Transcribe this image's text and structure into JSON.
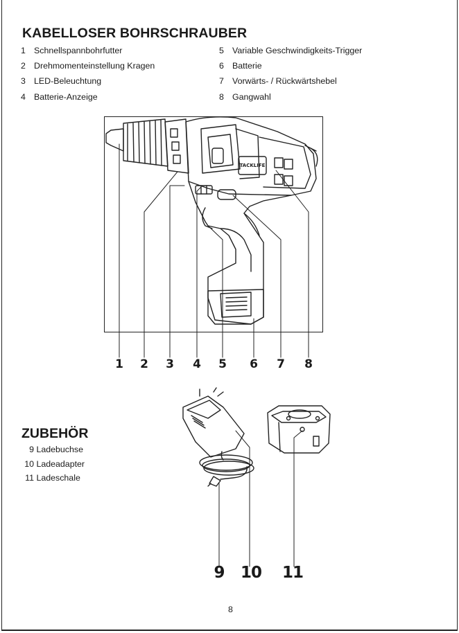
{
  "title": "KABELLOSER BOHRSCHRAUBER",
  "parts_left": [
    {
      "num": "1",
      "label": "Schnellspannbohrfutter"
    },
    {
      "num": "2",
      "label": "Drehmomenteinstellung Kragen"
    },
    {
      "num": "3",
      "label": "LED-Beleuchtung"
    },
    {
      "num": "4",
      "label": "Batterie-Anzeige"
    }
  ],
  "parts_right": [
    {
      "num": "5",
      "label": "Variable Geschwindigkeits-Trigger"
    },
    {
      "num": "6",
      "label": "Batterie"
    },
    {
      "num": "7",
      "label": "Vorwärts- / Rückwärtshebel"
    },
    {
      "num": "8",
      "label": "Gangwahl"
    }
  ],
  "drill_callouts": [
    "1",
    "2",
    "3",
    "4",
    "5",
    "6",
    "7",
    "8"
  ],
  "brand_logo": "TACKLIFE",
  "accessories_title": "ZUBEHÖR",
  "accessories": [
    {
      "num": "9",
      "label": "Ladebuchse"
    },
    {
      "num": "10",
      "label": "Ladeadapter"
    },
    {
      "num": "11",
      "label": "Ladeschale"
    }
  ],
  "accessory_callouts": [
    "9",
    "10",
    "11"
  ],
  "page_number": "8"
}
